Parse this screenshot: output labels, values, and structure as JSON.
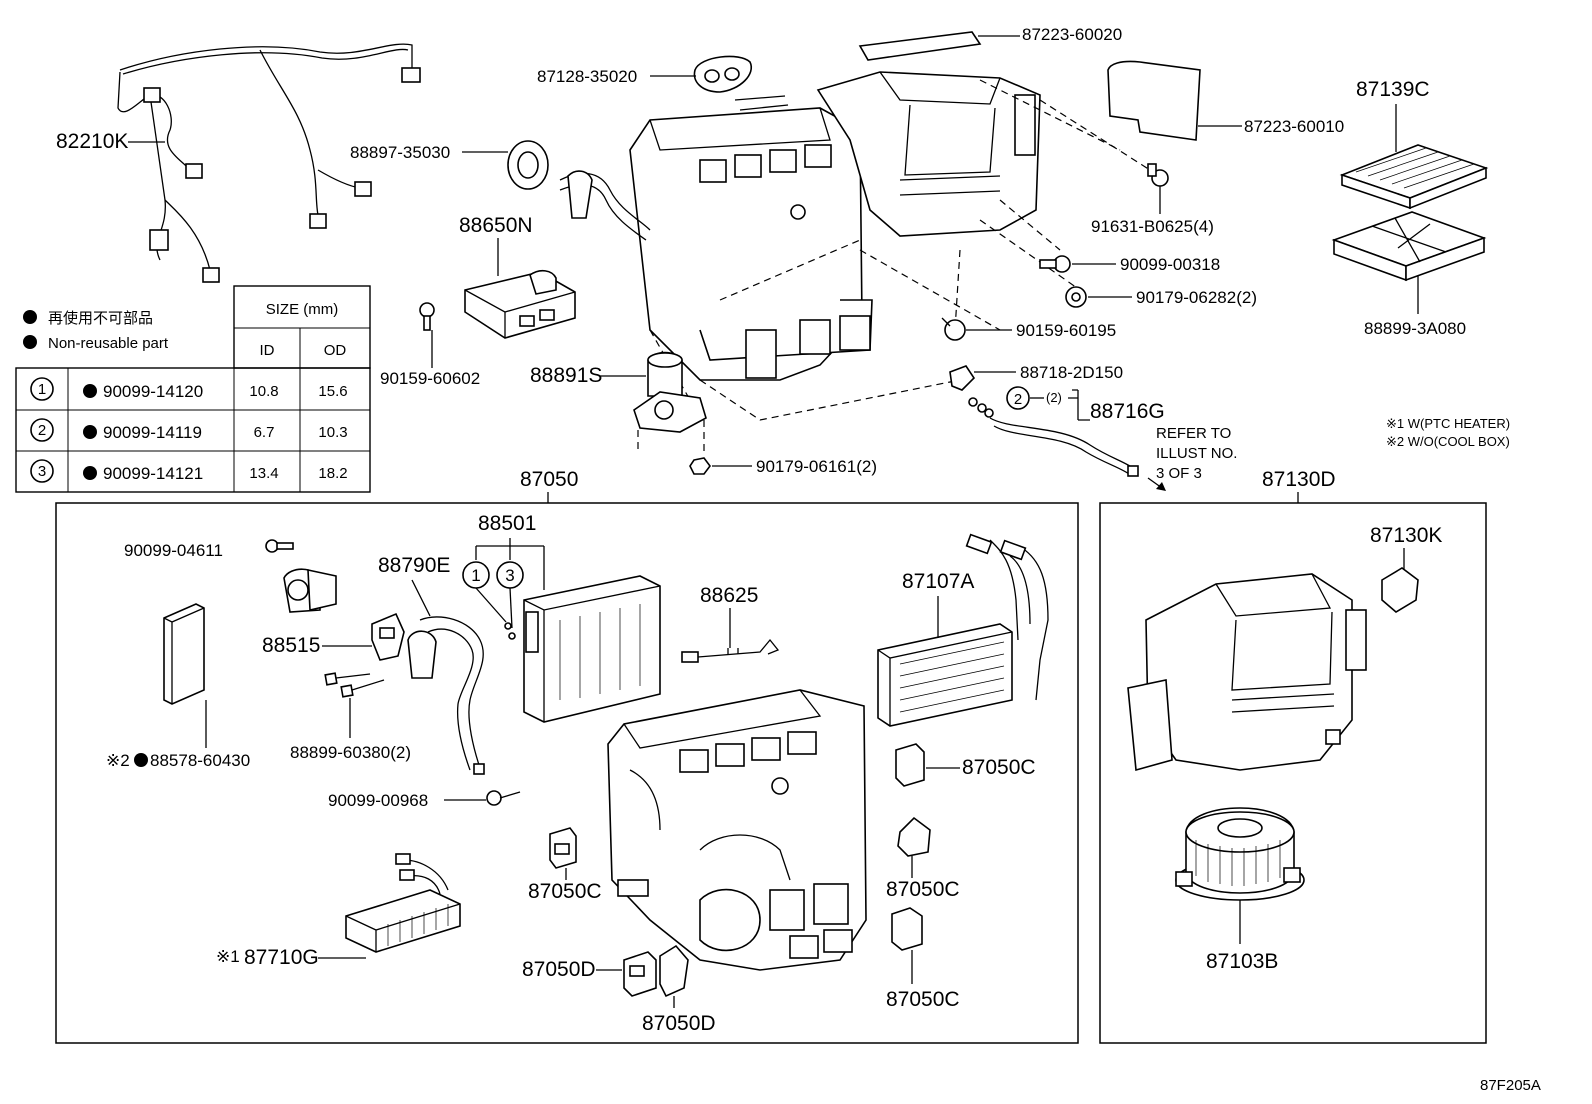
{
  "diagram_code": "87F205A",
  "legend": {
    "jp_note": "再使用不可部品",
    "en_note": "Non-reusable part",
    "size_header": "SIZE (mm)",
    "col_id": "ID",
    "col_od": "OD",
    "rows": [
      {
        "num": "1",
        "part": "90099-14120",
        "id": "10.8",
        "od": "15.6"
      },
      {
        "num": "2",
        "part": "90099-14119",
        "id": "6.7",
        "od": "10.3"
      },
      {
        "num": "3",
        "part": "90099-14121",
        "id": "13.4",
        "od": "18.2"
      }
    ]
  },
  "notes": {
    "n1": "※1 W(PTC HEATER)",
    "n2": "※2 W/O(COOL BOX)",
    "refer1": "REFER TO",
    "refer2": "ILLUST NO.",
    "refer3": "3 OF 3"
  },
  "labels": {
    "p82210K": "82210K",
    "p87223_60020": "87223-60020",
    "p87128_35020": "87128-35020",
    "p88897_35030": "88897-35030",
    "p88650N": "88650N",
    "p87223_60010": "87223-60010",
    "p87139C": "87139C",
    "p91631": "91631-B0625(4)",
    "p90099_00318": "90099-00318",
    "p90179_06282": "90179-06282(2)",
    "p90159_60195": "90159-60195",
    "p88899_3A080": "88899-3A080",
    "p90159_60602": "90159-60602",
    "p88891S": "88891S",
    "p88718": "88718-2D150",
    "p88716G": "88716G",
    "p88716G_qty": "(2)",
    "p90179_06161": "90179-06161(2)",
    "p87050": "87050",
    "p87130D": "87130D",
    "p88501": "88501",
    "p90099_04611": "90099-04611",
    "p88790E": "88790E",
    "p88515": "88515",
    "p88625": "88625",
    "p87107A": "87107A",
    "p87130K": "87130K",
    "p88578": "88578-60430",
    "p88578_mark": "※2",
    "p88899_60380": "88899-60380(2)",
    "p90099_00968": "90099-00968",
    "p87050C_a": "87050C",
    "p87050C_b": "87050C",
    "p87050C_c": "87050C",
    "p87050C_d": "87050C",
    "p87710G": "87710G",
    "p87710G_mark": "※1",
    "p87050D_a": "87050D",
    "p87050D_b": "87050D",
    "p87103B": "87103B",
    "c1": "1",
    "c2": "2",
    "c3": "3",
    "c1b": "1",
    "c3b": "3"
  }
}
